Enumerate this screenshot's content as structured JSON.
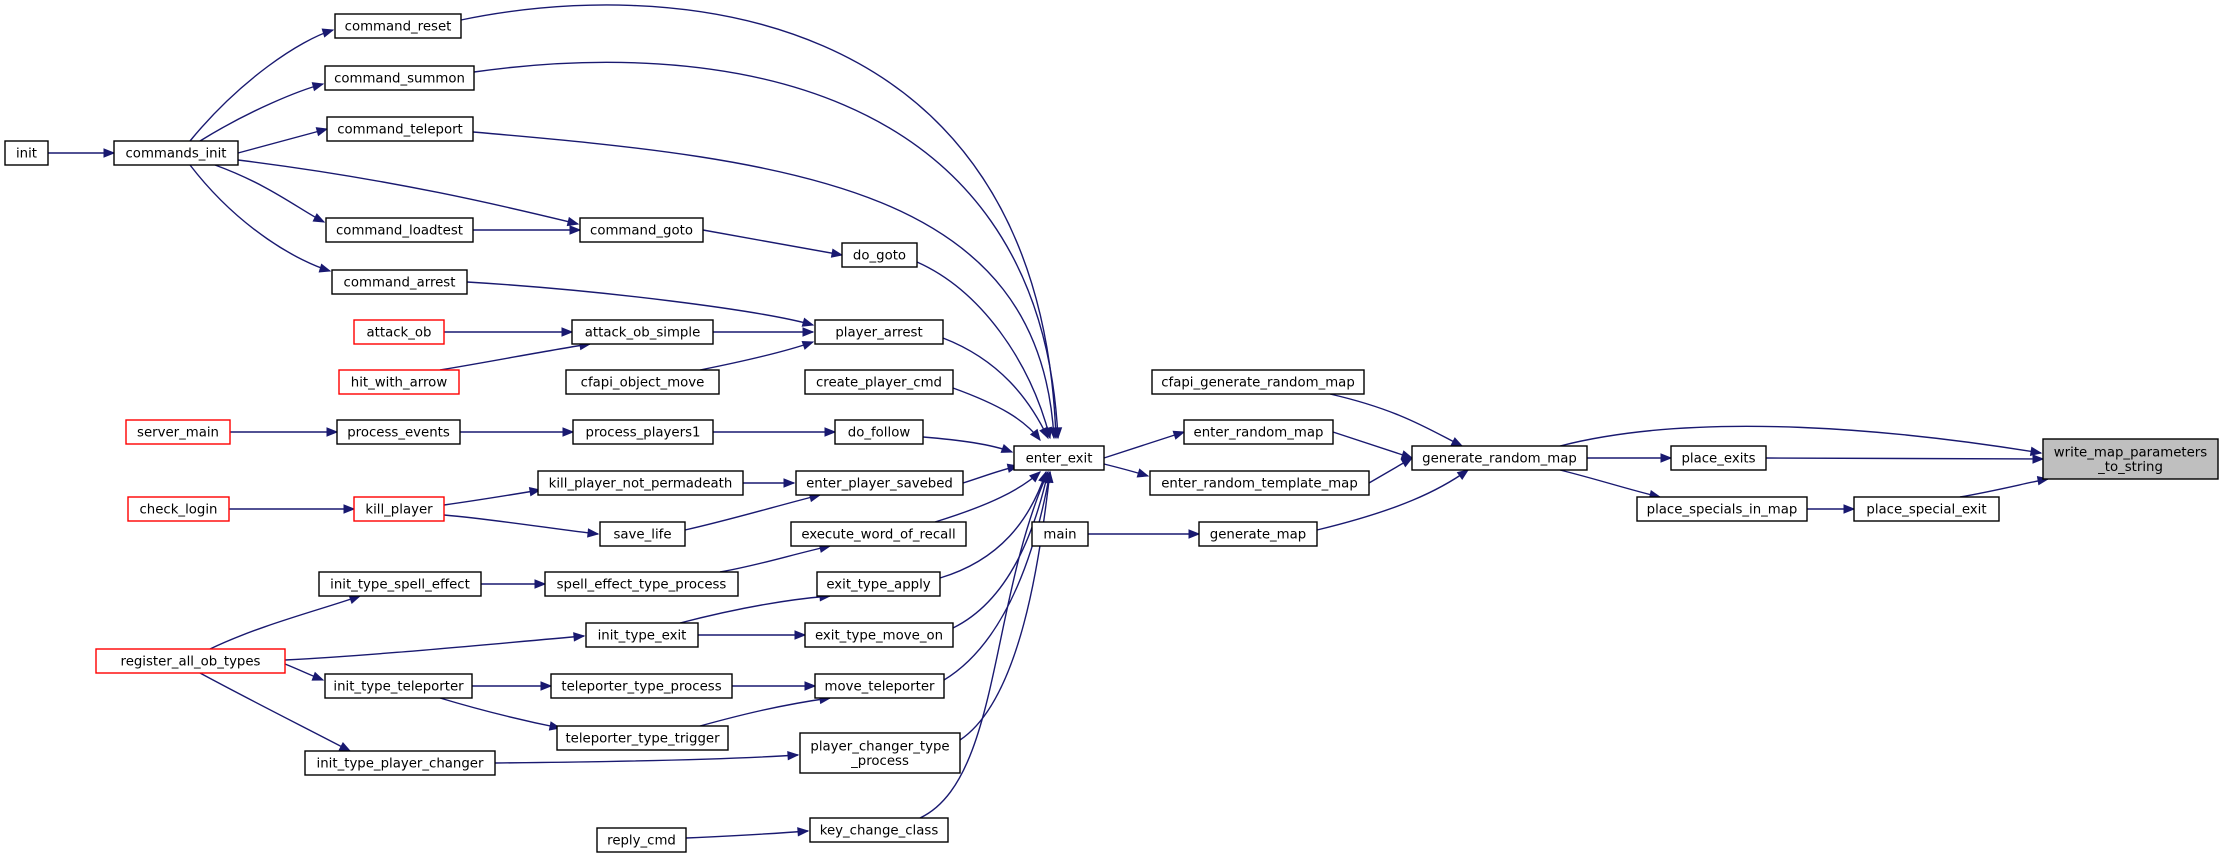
{
  "graph": {
    "type": "call-graph",
    "direction": "right-to-left callers",
    "colors": {
      "edge": "#191970",
      "node_border": "#000000",
      "truncated_border": "#ff0000",
      "focus_fill": "#bfbfbf"
    },
    "nodes": [
      {
        "id": "write_map",
        "lines": [
          "write_map_parameters",
          "_to_string"
        ],
        "style": "focus"
      },
      {
        "id": "generate_random_map",
        "lines": [
          "generate_random_map"
        ]
      },
      {
        "id": "place_exits",
        "lines": [
          "place_exits"
        ]
      },
      {
        "id": "place_special_exit",
        "lines": [
          "place_special_exit"
        ]
      },
      {
        "id": "place_specials_in_map",
        "lines": [
          "place_specials_in_map"
        ]
      },
      {
        "id": "cfapi_generate_random_map",
        "lines": [
          "cfapi_generate_random_map"
        ]
      },
      {
        "id": "enter_random_map",
        "lines": [
          "enter_random_map"
        ]
      },
      {
        "id": "enter_random_template_map",
        "lines": [
          "enter_random_template_map"
        ]
      },
      {
        "id": "generate_map",
        "lines": [
          "generate_map"
        ]
      },
      {
        "id": "main",
        "lines": [
          "main"
        ]
      },
      {
        "id": "enter_exit",
        "lines": [
          "enter_exit"
        ]
      },
      {
        "id": "command_reset",
        "lines": [
          "command_reset"
        ]
      },
      {
        "id": "command_summon",
        "lines": [
          "command_summon"
        ]
      },
      {
        "id": "command_teleport",
        "lines": [
          "command_teleport"
        ]
      },
      {
        "id": "command_loadtest",
        "lines": [
          "command_loadtest"
        ]
      },
      {
        "id": "command_goto",
        "lines": [
          "command_goto"
        ]
      },
      {
        "id": "command_arrest",
        "lines": [
          "command_arrest"
        ]
      },
      {
        "id": "commands_init",
        "lines": [
          "commands_init"
        ]
      },
      {
        "id": "init",
        "lines": [
          "init"
        ]
      },
      {
        "id": "do_goto",
        "lines": [
          "do_goto"
        ]
      },
      {
        "id": "player_arrest",
        "lines": [
          "player_arrest"
        ]
      },
      {
        "id": "attack_ob_simple",
        "lines": [
          "attack_ob_simple"
        ]
      },
      {
        "id": "attack_ob",
        "lines": [
          "attack_ob"
        ],
        "style": "truncated"
      },
      {
        "id": "hit_with_arrow",
        "lines": [
          "hit_with_arrow"
        ],
        "style": "truncated"
      },
      {
        "id": "cfapi_object_move",
        "lines": [
          "cfapi_object_move"
        ]
      },
      {
        "id": "create_player_cmd",
        "lines": [
          "create_player_cmd"
        ]
      },
      {
        "id": "do_follow",
        "lines": [
          "do_follow"
        ]
      },
      {
        "id": "process_players1",
        "lines": [
          "process_players1"
        ]
      },
      {
        "id": "process_events",
        "lines": [
          "process_events"
        ]
      },
      {
        "id": "server_main",
        "lines": [
          "server_main"
        ],
        "style": "truncated"
      },
      {
        "id": "enter_player_savebed",
        "lines": [
          "enter_player_savebed"
        ]
      },
      {
        "id": "kill_player_not_permadeath",
        "lines": [
          "kill_player_not_permadeath"
        ]
      },
      {
        "id": "kill_player",
        "lines": [
          "kill_player"
        ],
        "style": "truncated"
      },
      {
        "id": "check_login",
        "lines": [
          "check_login"
        ],
        "style": "truncated"
      },
      {
        "id": "save_life",
        "lines": [
          "save_life"
        ]
      },
      {
        "id": "execute_word_of_recall",
        "lines": [
          "execute_word_of_recall"
        ]
      },
      {
        "id": "spell_effect_type_process",
        "lines": [
          "spell_effect_type_process"
        ]
      },
      {
        "id": "init_type_spell_effect",
        "lines": [
          "init_type_spell_effect"
        ]
      },
      {
        "id": "register_all_ob_types",
        "lines": [
          "register_all_ob_types"
        ],
        "style": "truncated"
      },
      {
        "id": "exit_type_apply",
        "lines": [
          "exit_type_apply"
        ]
      },
      {
        "id": "init_type_exit",
        "lines": [
          "init_type_exit"
        ]
      },
      {
        "id": "exit_type_move_on",
        "lines": [
          "exit_type_move_on"
        ]
      },
      {
        "id": "move_teleporter",
        "lines": [
          "move_teleporter"
        ]
      },
      {
        "id": "teleporter_type_process",
        "lines": [
          "teleporter_type_process"
        ]
      },
      {
        "id": "teleporter_type_trigger",
        "lines": [
          "teleporter_type_trigger"
        ]
      },
      {
        "id": "init_type_teleporter",
        "lines": [
          "init_type_teleporter"
        ]
      },
      {
        "id": "player_changer_type_process",
        "lines": [
          "player_changer_type",
          "_process"
        ]
      },
      {
        "id": "init_type_player_changer",
        "lines": [
          "init_type_player_changer"
        ]
      },
      {
        "id": "key_change_class",
        "lines": [
          "key_change_class"
        ]
      },
      {
        "id": "reply_cmd",
        "lines": [
          "reply_cmd"
        ]
      }
    ],
    "edges": [
      {
        "from": "generate_random_map",
        "to": "write_map"
      },
      {
        "from": "place_exits",
        "to": "write_map"
      },
      {
        "from": "place_special_exit",
        "to": "write_map"
      },
      {
        "from": "generate_random_map",
        "to": "place_exits"
      },
      {
        "from": "place_specials_in_map",
        "to": "place_special_exit"
      },
      {
        "from": "generate_random_map",
        "to": "place_specials_in_map"
      },
      {
        "from": "cfapi_generate_random_map",
        "to": "generate_random_map"
      },
      {
        "from": "enter_random_map",
        "to": "generate_random_map"
      },
      {
        "from": "enter_random_template_map",
        "to": "generate_random_map"
      },
      {
        "from": "generate_map",
        "to": "generate_random_map"
      },
      {
        "from": "enter_exit",
        "to": "enter_random_map"
      },
      {
        "from": "enter_exit",
        "to": "enter_random_template_map"
      },
      {
        "from": "main",
        "to": "generate_map"
      },
      {
        "from": "command_reset",
        "to": "enter_exit"
      },
      {
        "from": "command_summon",
        "to": "enter_exit"
      },
      {
        "from": "command_teleport",
        "to": "enter_exit"
      },
      {
        "from": "do_goto",
        "to": "enter_exit"
      },
      {
        "from": "player_arrest",
        "to": "enter_exit"
      },
      {
        "from": "create_player_cmd",
        "to": "enter_exit"
      },
      {
        "from": "do_follow",
        "to": "enter_exit"
      },
      {
        "from": "enter_player_savebed",
        "to": "enter_exit"
      },
      {
        "from": "execute_word_of_recall",
        "to": "enter_exit"
      },
      {
        "from": "exit_type_apply",
        "to": "enter_exit"
      },
      {
        "from": "exit_type_move_on",
        "to": "enter_exit"
      },
      {
        "from": "move_teleporter",
        "to": "enter_exit"
      },
      {
        "from": "player_changer_type_process",
        "to": "enter_exit"
      },
      {
        "from": "key_change_class",
        "to": "enter_exit"
      },
      {
        "from": "commands_init",
        "to": "command_reset"
      },
      {
        "from": "commands_init",
        "to": "command_summon"
      },
      {
        "from": "commands_init",
        "to": "command_teleport"
      },
      {
        "from": "commands_init",
        "to": "command_loadtest"
      },
      {
        "from": "commands_init",
        "to": "command_goto"
      },
      {
        "from": "commands_init",
        "to": "command_arrest"
      },
      {
        "from": "init",
        "to": "commands_init"
      },
      {
        "from": "command_loadtest",
        "to": "command_goto"
      },
      {
        "from": "command_goto",
        "to": "do_goto"
      },
      {
        "from": "command_arrest",
        "to": "player_arrest"
      },
      {
        "from": "attack_ob_simple",
        "to": "player_arrest"
      },
      {
        "from": "cfapi_object_move",
        "to": "player_arrest"
      },
      {
        "from": "attack_ob",
        "to": "attack_ob_simple"
      },
      {
        "from": "hit_with_arrow",
        "to": "attack_ob_simple"
      },
      {
        "from": "process_players1",
        "to": "do_follow"
      },
      {
        "from": "process_events",
        "to": "process_players1"
      },
      {
        "from": "server_main",
        "to": "process_events"
      },
      {
        "from": "kill_player_not_permadeath",
        "to": "enter_player_savebed"
      },
      {
        "from": "save_life",
        "to": "enter_player_savebed"
      },
      {
        "from": "kill_player",
        "to": "kill_player_not_permadeath"
      },
      {
        "from": "kill_player",
        "to": "save_life"
      },
      {
        "from": "check_login",
        "to": "kill_player"
      },
      {
        "from": "spell_effect_type_process",
        "to": "execute_word_of_recall"
      },
      {
        "from": "init_type_spell_effect",
        "to": "spell_effect_type_process"
      },
      {
        "from": "register_all_ob_types",
        "to": "init_type_spell_effect"
      },
      {
        "from": "init_type_exit",
        "to": "exit_type_apply"
      },
      {
        "from": "init_type_exit",
        "to": "exit_type_move_on"
      },
      {
        "from": "register_all_ob_types",
        "to": "init_type_exit"
      },
      {
        "from": "teleporter_type_process",
        "to": "move_teleporter"
      },
      {
        "from": "teleporter_type_trigger",
        "to": "move_teleporter"
      },
      {
        "from": "init_type_teleporter",
        "to": "teleporter_type_process"
      },
      {
        "from": "init_type_teleporter",
        "to": "teleporter_type_trigger"
      },
      {
        "from": "register_all_ob_types",
        "to": "init_type_teleporter"
      },
      {
        "from": "register_all_ob_types",
        "to": "init_type_player_changer"
      },
      {
        "from": "init_type_player_changer",
        "to": "player_changer_type_process"
      },
      {
        "from": "reply_cmd",
        "to": "key_change_class"
      }
    ]
  }
}
